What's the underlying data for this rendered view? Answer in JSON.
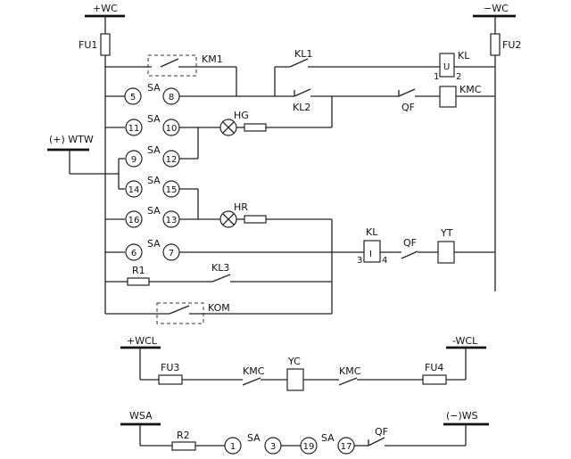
{
  "rails": {
    "plus_wc": "+WC",
    "minus_wc": "−WC",
    "wtw": "(+) WTW",
    "plus_wcl": "+WCL",
    "minus_wcl": "-WCL",
    "wsa": "WSA",
    "ws": "(−)WS"
  },
  "fuses": {
    "fu1": "FU1",
    "fu2": "FU2",
    "fu3": "FU3",
    "fu4": "FU4"
  },
  "contacts": {
    "km1": "KM1",
    "kl1": "KL1",
    "kl2": "KL2",
    "kl3": "KL3",
    "kom": "KOM",
    "qf_1": "QF",
    "qf_2": "QF",
    "qf_3": "QF",
    "kmc_1": "KMC",
    "kmc_2": "KMC"
  },
  "coils": {
    "kl_top": "KL",
    "kl_top_pin1": "1",
    "kl_top_pin2": "2",
    "kl_top_mark": "U",
    "kmc": "KMC",
    "kl_mid": "KL",
    "kl_mid_pin3": "3",
    "kl_mid_pin4": "4",
    "kl_mid_mark": "I",
    "yt": "YT",
    "yc": "YC"
  },
  "lamps": {
    "hg": "HG",
    "hr": "HR"
  },
  "resistors": {
    "r1": "R1",
    "r2": "R2"
  },
  "switch_label": "SA",
  "terminals": {
    "t5": "5",
    "t8": "8",
    "t11": "11",
    "t10": "10",
    "t9": "9",
    "t12": "12",
    "t14": "14",
    "t15": "15",
    "t16": "16",
    "t13": "13",
    "t6": "6",
    "t7": "7",
    "t1": "1",
    "t3": "3",
    "t19": "19",
    "t17": "17"
  }
}
